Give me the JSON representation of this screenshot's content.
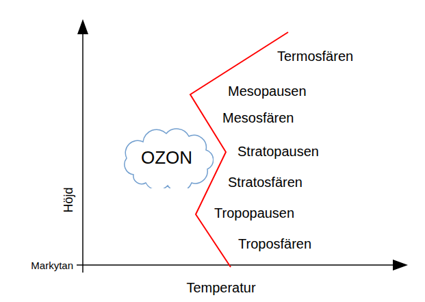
{
  "diagram": {
    "nodes": [
      {
        "text": [
          "OZON"
        ]
      }
    ],
    "labels": [
      "Termosfären",
      "Mesopausen",
      "Mesosfären",
      "Stratopausen",
      "Stratosfären",
      "Tropopausen",
      "Troposfären",
      "Höjd",
      "Markytan",
      "Temperatur"
    ]
  }
}
